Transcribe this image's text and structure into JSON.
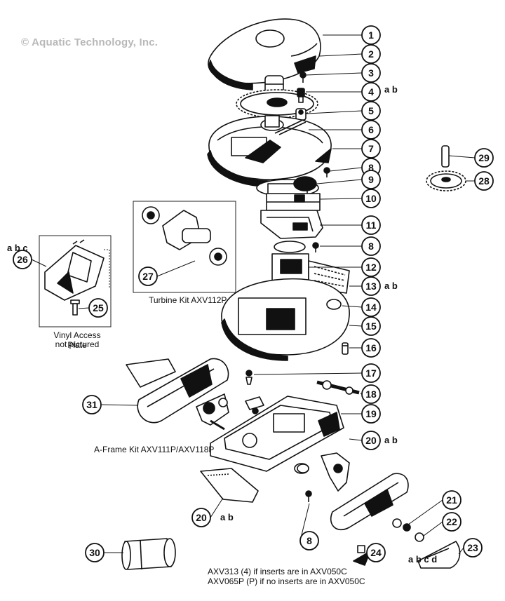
{
  "copyright": "© Aquatic Technology, Inc.",
  "colors": {
    "line": "#111111",
    "fill": "#ffffff",
    "watermark": "#b8b8b8"
  },
  "callouts": [
    {
      "num": "1"
    },
    {
      "num": "2"
    },
    {
      "num": "3"
    },
    {
      "num": "4",
      "sub": "a b"
    },
    {
      "num": "5"
    },
    {
      "num": "6"
    },
    {
      "num": "7"
    },
    {
      "num": "8"
    },
    {
      "num": "9"
    },
    {
      "num": "10"
    },
    {
      "num": "11"
    },
    {
      "num": "8"
    },
    {
      "num": "12"
    },
    {
      "num": "13",
      "sub": "a b"
    },
    {
      "num": "14"
    },
    {
      "num": "15"
    },
    {
      "num": "16"
    },
    {
      "num": "17"
    },
    {
      "num": "18"
    },
    {
      "num": "19"
    },
    {
      "num": "20",
      "sub": "a b"
    },
    {
      "num": "21"
    },
    {
      "num": "22"
    },
    {
      "num": "23",
      "sub": "a b c d"
    },
    {
      "num": "24"
    },
    {
      "num": "8"
    },
    {
      "num": "20",
      "sub": "a b"
    },
    {
      "num": "30"
    },
    {
      "num": "31"
    },
    {
      "num": "26",
      "sub": "a b c"
    },
    {
      "num": "25"
    },
    {
      "num": "27"
    },
    {
      "num": "28"
    },
    {
      "num": "29"
    }
  ],
  "labels": {
    "turbine_kit": "Turbine Kit  AXV112P",
    "vinyl_line1": "Vinyl Access Plate",
    "vinyl_line2": "not pictured",
    "aframe_kit": "A-Frame Kit AXV111P/AXV118P",
    "axv313": "AXV313 (4) if inserts are in AXV050C",
    "axv065": "AXV065P (P) if no inserts are in AXV050C"
  }
}
